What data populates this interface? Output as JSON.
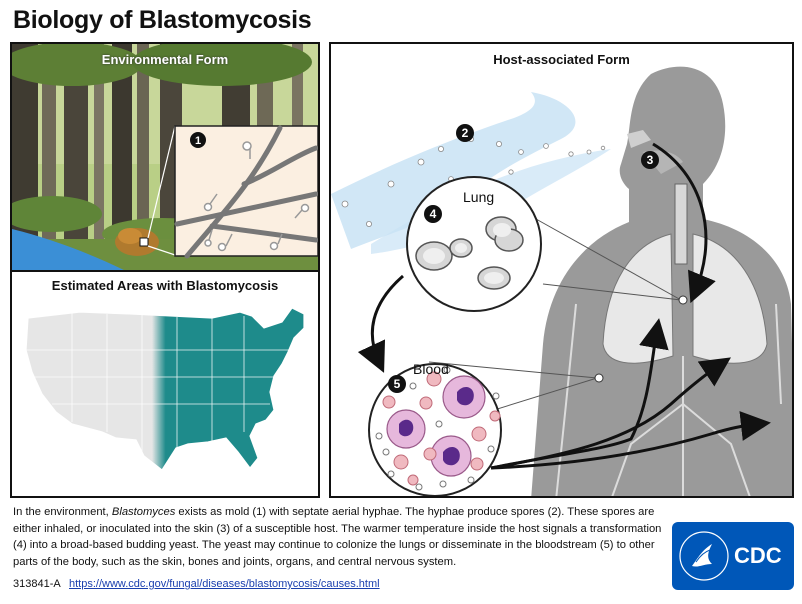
{
  "title": "Biology of Blastomycosis",
  "env_panel": {
    "title": "Environmental Form",
    "step1": "1"
  },
  "map_panel": {
    "title": "Estimated Areas with Blastomycosis",
    "colors": {
      "endemic": "#1e8b8b",
      "base": "#e6e6e6"
    }
  },
  "host_panel": {
    "title": "Host-associated Form",
    "step2": "2",
    "step3": "3",
    "step4": "4",
    "step5": "5",
    "lung_label": "Lung",
    "blood_label": "Blood"
  },
  "caption": {
    "part1": "In the environment, ",
    "genus": "Blastomyces",
    "part2": " exists as mold (1) with septate aerial hyphae. The hyphae produce spores (2). These spores are either inhaled, or inoculated into the skin (3) of a susceptible host. The warmer temperature inside the host signals a transformation (4) into a broad-based budding yeast. The yeast may continue to colonize the lungs or disseminate in the bloodstream (5) to other parts of the body, such as the skin, bones and joints, organs, and central nervous system."
  },
  "footer": {
    "ref_code": "313841-A",
    "url": "https://www.cdc.gov/fungal/diseases/blastomycosis/causes.html"
  },
  "logo": {
    "text": "CDC"
  }
}
